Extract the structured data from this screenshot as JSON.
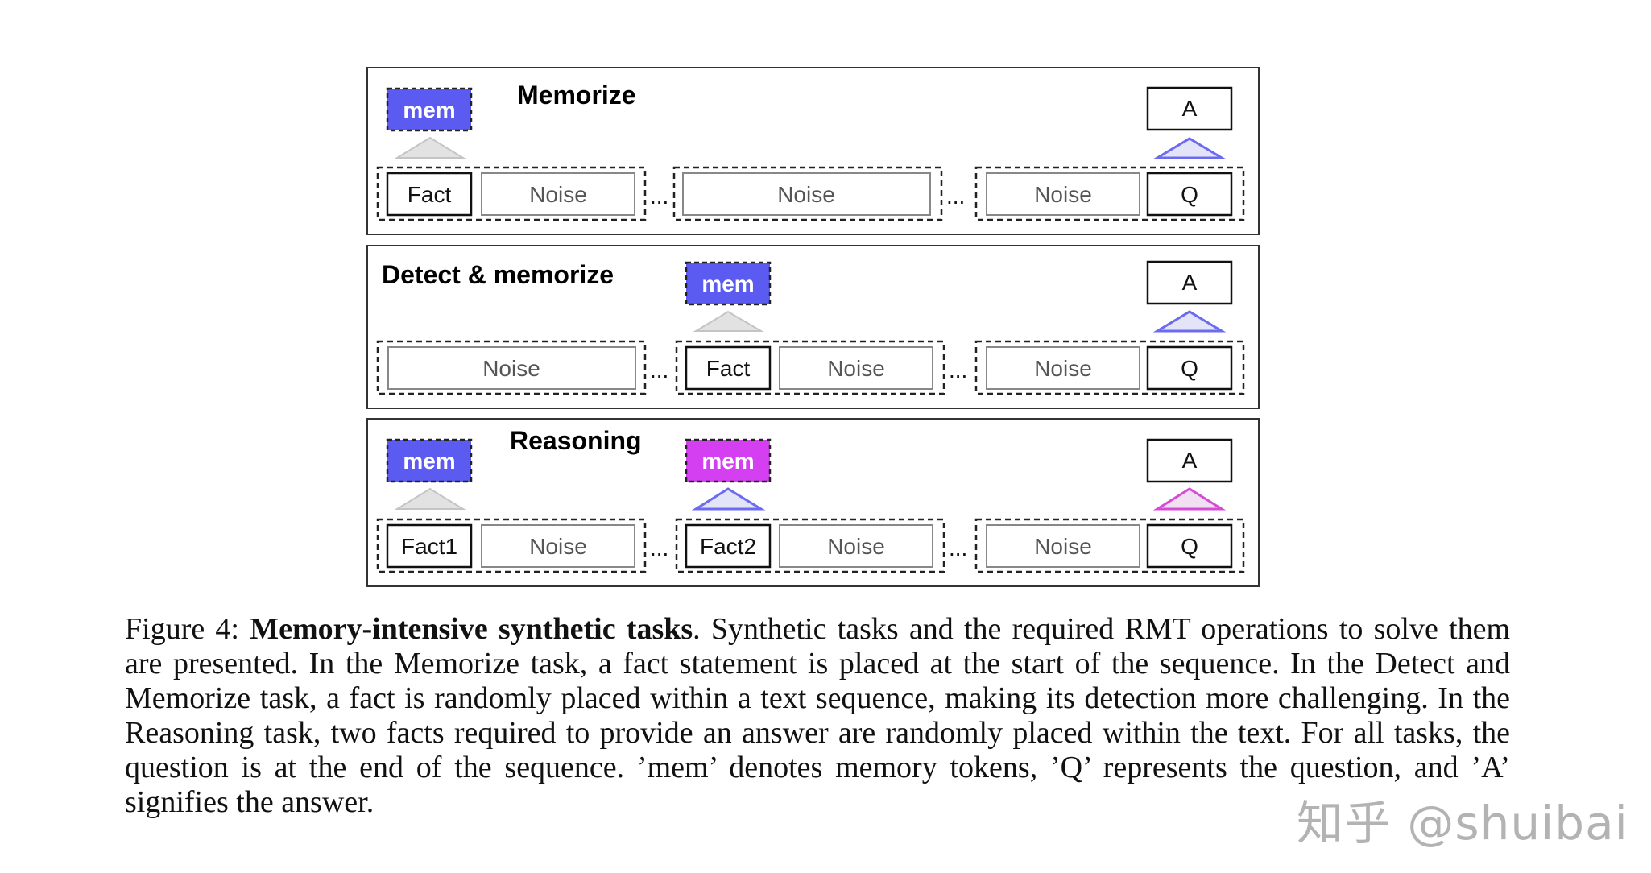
{
  "panels": [
    {
      "title": "Memorize",
      "answer": "A",
      "question": "Q",
      "mem_tokens": [
        {
          "label": "mem",
          "color": "#5b5bf2"
        }
      ],
      "groups": [
        [
          {
            "text": "Fact",
            "kind": "fact"
          },
          {
            "text": "Noise",
            "kind": "noise"
          }
        ],
        [
          {
            "text": "Noise",
            "kind": "noise"
          }
        ],
        [
          {
            "text": "Noise",
            "kind": "noise"
          },
          {
            "text": "Q",
            "kind": "fact"
          }
        ]
      ]
    },
    {
      "title": "Detect & memorize",
      "answer": "A",
      "question": "Q",
      "mem_tokens": [
        {
          "label": "mem",
          "color": "#5b5bf2"
        }
      ],
      "groups": [
        [
          {
            "text": "Noise",
            "kind": "noise"
          }
        ],
        [
          {
            "text": "Fact",
            "kind": "fact"
          },
          {
            "text": "Noise",
            "kind": "noise"
          }
        ],
        [
          {
            "text": "Noise",
            "kind": "noise"
          },
          {
            "text": "Q",
            "kind": "fact"
          }
        ]
      ]
    },
    {
      "title": "Reasoning",
      "answer": "A",
      "question": "Q",
      "mem_tokens": [
        {
          "label": "mem",
          "color": "#5b5bf2"
        },
        {
          "label": "mem",
          "color": "#d43ff2"
        }
      ],
      "groups": [
        [
          {
            "text": "Fact1",
            "kind": "fact"
          },
          {
            "text": "Noise",
            "kind": "noise"
          }
        ],
        [
          {
            "text": "Fact2",
            "kind": "fact"
          },
          {
            "text": "Noise",
            "kind": "noise"
          }
        ],
        [
          {
            "text": "Noise",
            "kind": "noise"
          },
          {
            "text": "Q",
            "kind": "fact"
          }
        ]
      ]
    }
  ],
  "ellipsis": "...",
  "caption": {
    "label": "Figure 4:",
    "bold": "Memory-intensive synthetic tasks",
    "text": ". Synthetic tasks and the required RMT operations to solve them are presented. In the Memorize task, a fact statement is placed at the start of the sequence. In the Detect and Memorize task, a fact is randomly placed within a text sequence, making its detection more challenging. In the Reasoning task, two facts required to provide an answer are randomly placed within the text. For all tasks, the question is at the end of the sequence. ’mem’ denotes memory tokens, ’Q’ represents the question, and ’A’ signifies the answer."
  },
  "watermark": "知乎 @shuibai",
  "colors": {
    "mem_blue": "#5b5bf2",
    "mem_magenta": "#d43ff2",
    "arrow_gray": "#e2e2e2",
    "arrow_blue": "#6b6bf0",
    "arrow_magenta": "#d64bd6",
    "noise_text": "#555555"
  }
}
